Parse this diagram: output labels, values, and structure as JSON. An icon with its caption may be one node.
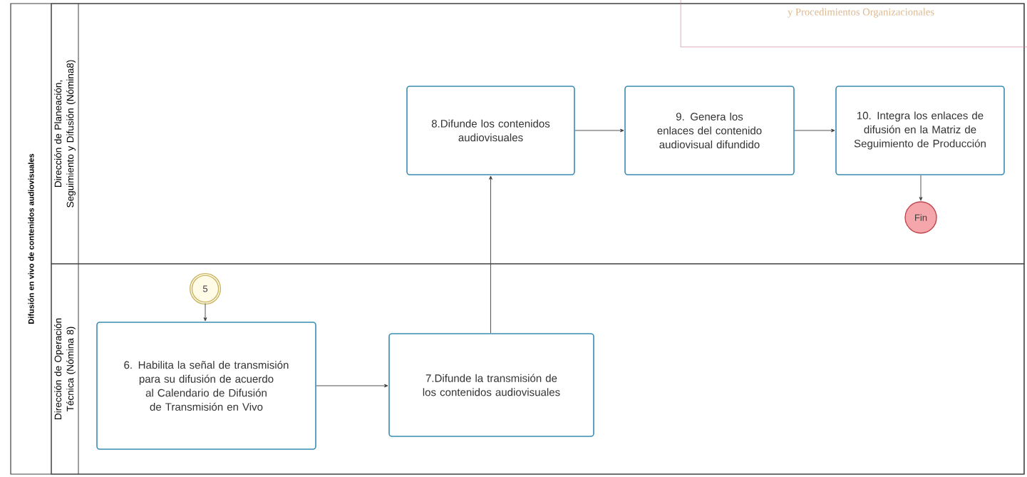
{
  "diagram": {
    "nodes": [
      {
        "text": [
          "Difusión en vivo de contenidos audiovisuales"
        ]
      },
      {
        "text": [
          "Dirección de Planeación, Seguimiento y Difusión (Nómina8)"
        ],
        "in": 0
      },
      {
        "text": [
          "Dirección de Operación Técnica (Nómina 8)"
        ],
        "in": 0
      },
      {
        "text": [
          "8.Difunde los contenidos audiovisuales"
        ],
        "in": 1
      },
      {
        "text": [
          "9. Genera los enlaces del contenido audiovisual difundido"
        ],
        "in": 1
      },
      {
        "text": [
          "10. Integra los enlaces de difusión en la Matriz de Seguimiento de Producción"
        ],
        "in": 1
      },
      {
        "text": [
          "Fin"
        ],
        "in": 1
      },
      {
        "text": [
          "5"
        ],
        "in": 2
      },
      {
        "text": [
          "6. Habilita la señal de transmisión para su difusión de acuerdo al  Calendario de Difusión de Transmisión en Vivo"
        ],
        "in": 2
      },
      {
        "text": [
          "7.Difunde la transmisión de los contenidos audiovisuales"
        ],
        "in": 2
      }
    ],
    "edges": [
      {
        "from": 7,
        "to": 8,
        "arrow": "to"
      },
      {
        "from": 8,
        "to": 9,
        "arrow": "to"
      },
      {
        "from": 9,
        "to": 3,
        "arrow": "to"
      },
      {
        "from": 3,
        "to": 4,
        "arrow": "to"
      },
      {
        "from": 4,
        "to": 5,
        "arrow": "to"
      },
      {
        "from": 5,
        "to": 6,
        "arrow": "to"
      }
    ],
    "labels": [
      "y Procedimientos Organizacionales"
    ]
  }
}
